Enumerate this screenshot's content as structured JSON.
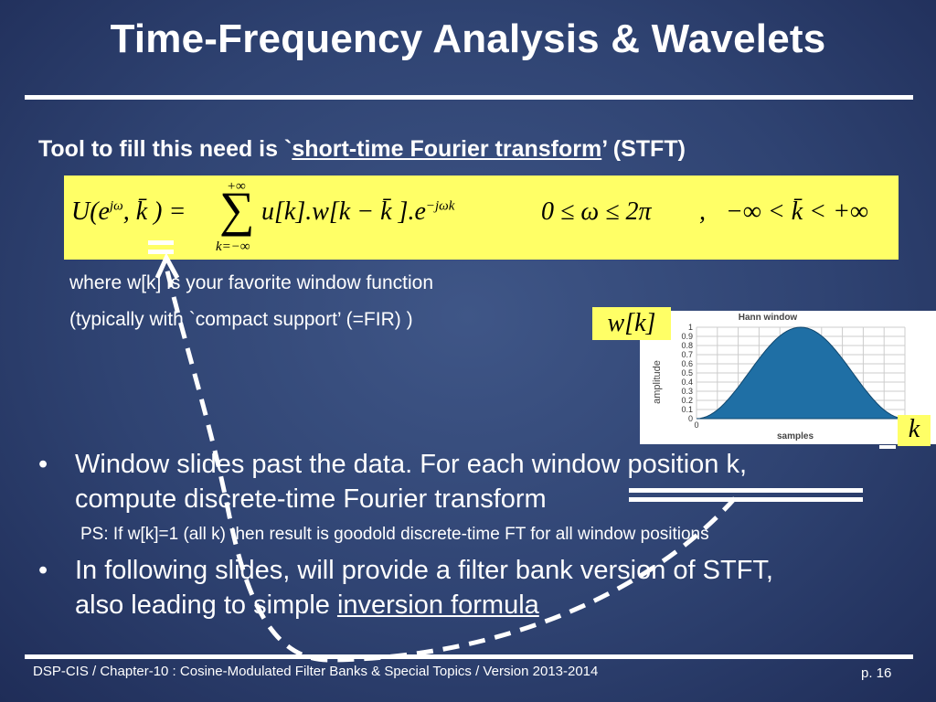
{
  "slide": {
    "title": "Time-Frequency Analysis & Wavelets",
    "subtitle": {
      "prefix": "Tool to fill this need is `",
      "link": "short-time Fourier transform",
      "quote": "’",
      "suffix": " (STFT)"
    },
    "formula": {
      "lhs": "U(e",
      "lhs_sup": "jω",
      "lhs_rest": ", k̄ ) =",
      "sum_upper": "+∞",
      "sum_lower": "k=−∞",
      "body": "u[k].w[k − k̄ ].e",
      "body_sup": "−jωk",
      "range1": "0 ≤ ω ≤ 2π",
      "comma": ",",
      "range2": "−∞ < k̄ < +∞"
    },
    "where_lines": [
      "where w[k] is your favorite window function",
      "(typically with `compact support’ (=FIR) )"
    ],
    "wk_label": "w[k]",
    "k_label": "k",
    "hann_chart": {
      "title": "Hann window",
      "ylabel": "amplitude",
      "xlabel": "samples",
      "yticks": [
        "1",
        "0.9",
        "0.8",
        "0.7",
        "0.6",
        "0.5",
        "0.4",
        "0.3",
        "0.2",
        "0.1",
        "0"
      ],
      "xticks": [
        "0"
      ]
    },
    "bullets": [
      {
        "dot": "•",
        "line1": "Window slides past the data.  For each window position k,",
        "line2": "compute discrete-time Fourier transform"
      },
      {
        "dot": "•",
        "line1": "In following slides, will provide a filter bank version of STFT,",
        "line2_prefix": "also leading to simple ",
        "line2_link": "inversion formula"
      }
    ],
    "ps": "PS: If w[k]=1 (all k) then result is goodold discrete-time FT for all window positions",
    "footer": {
      "left": "DSP-CIS  /  Chapter-10 : Cosine-Modulated Filter Banks & Special Topics  /  Version 2013-2014",
      "right": "p. 16"
    }
  },
  "chart_data": {
    "type": "area",
    "title": "Hann window",
    "xlabel": "samples",
    "ylabel": "amplitude",
    "ylim": [
      0,
      1
    ],
    "grid": true,
    "series": [
      {
        "x": [
          0,
          0.1,
          0.2,
          0.3,
          0.4,
          0.5,
          0.6,
          0.7,
          0.8,
          0.9,
          1.0
        ],
        "y": [
          0,
          0.095,
          0.345,
          0.655,
          0.905,
          1.0,
          0.905,
          0.655,
          0.345,
          0.095,
          0
        ]
      }
    ]
  },
  "colors": {
    "highlight": "#ffff66",
    "hann_fill": "#1f6fa5",
    "text": "#ffffff"
  }
}
